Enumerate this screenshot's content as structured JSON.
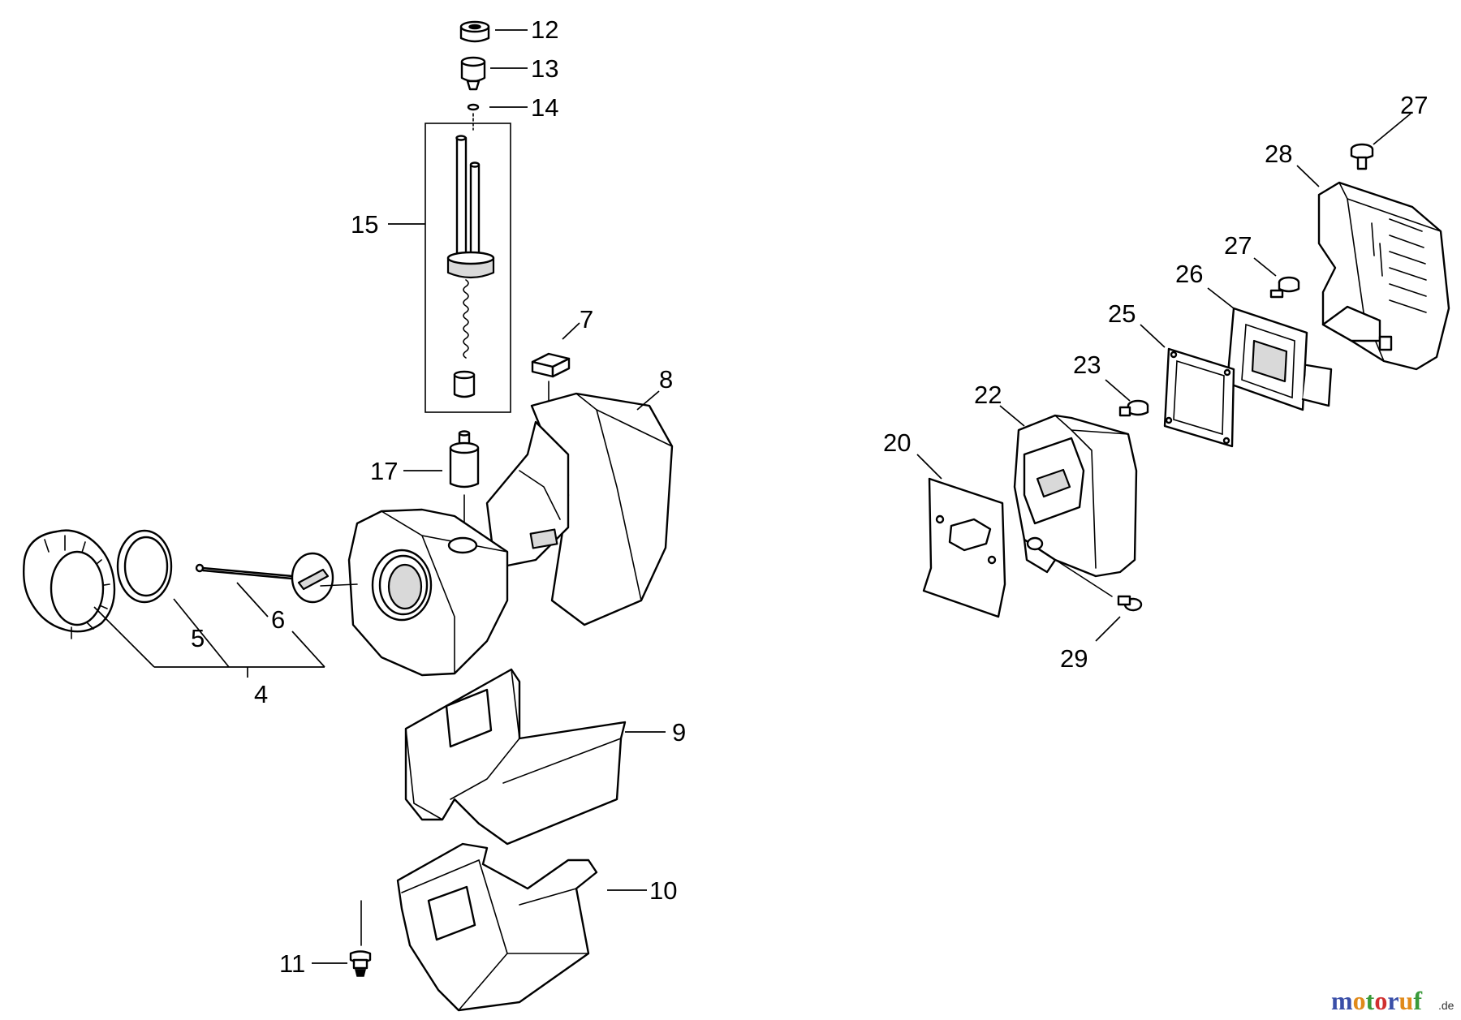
{
  "callouts": [
    {
      "id": "c12",
      "label": "12"
    },
    {
      "id": "c13",
      "label": "13"
    },
    {
      "id": "c14",
      "label": "14"
    },
    {
      "id": "c15",
      "label": "15"
    },
    {
      "id": "c7",
      "label": "7"
    },
    {
      "id": "c8",
      "label": "8"
    },
    {
      "id": "c17",
      "label": "17"
    },
    {
      "id": "c5",
      "label": "5"
    },
    {
      "id": "c6",
      "label": "6"
    },
    {
      "id": "c4",
      "label": "4"
    },
    {
      "id": "c9",
      "label": "9"
    },
    {
      "id": "c10",
      "label": "10"
    },
    {
      "id": "c11",
      "label": "11"
    },
    {
      "id": "c27a",
      "label": "27"
    },
    {
      "id": "c28",
      "label": "28"
    },
    {
      "id": "c27b",
      "label": "27"
    },
    {
      "id": "c26",
      "label": "26"
    },
    {
      "id": "c25",
      "label": "25"
    },
    {
      "id": "c23",
      "label": "23"
    },
    {
      "id": "c22",
      "label": "22"
    },
    {
      "id": "c20",
      "label": "20"
    },
    {
      "id": "c29",
      "label": "29"
    }
  ],
  "watermark": {
    "letters": [
      "m",
      "o",
      "t",
      "o",
      "r",
      "u",
      "f"
    ],
    "letter_colors": [
      "#3a4fa8",
      "#e08a1a",
      "#3a9a3a",
      "#d03030",
      "#3a4fa8",
      "#e08a1a",
      "#3a9a3a"
    ],
    "suffix": ".de"
  }
}
